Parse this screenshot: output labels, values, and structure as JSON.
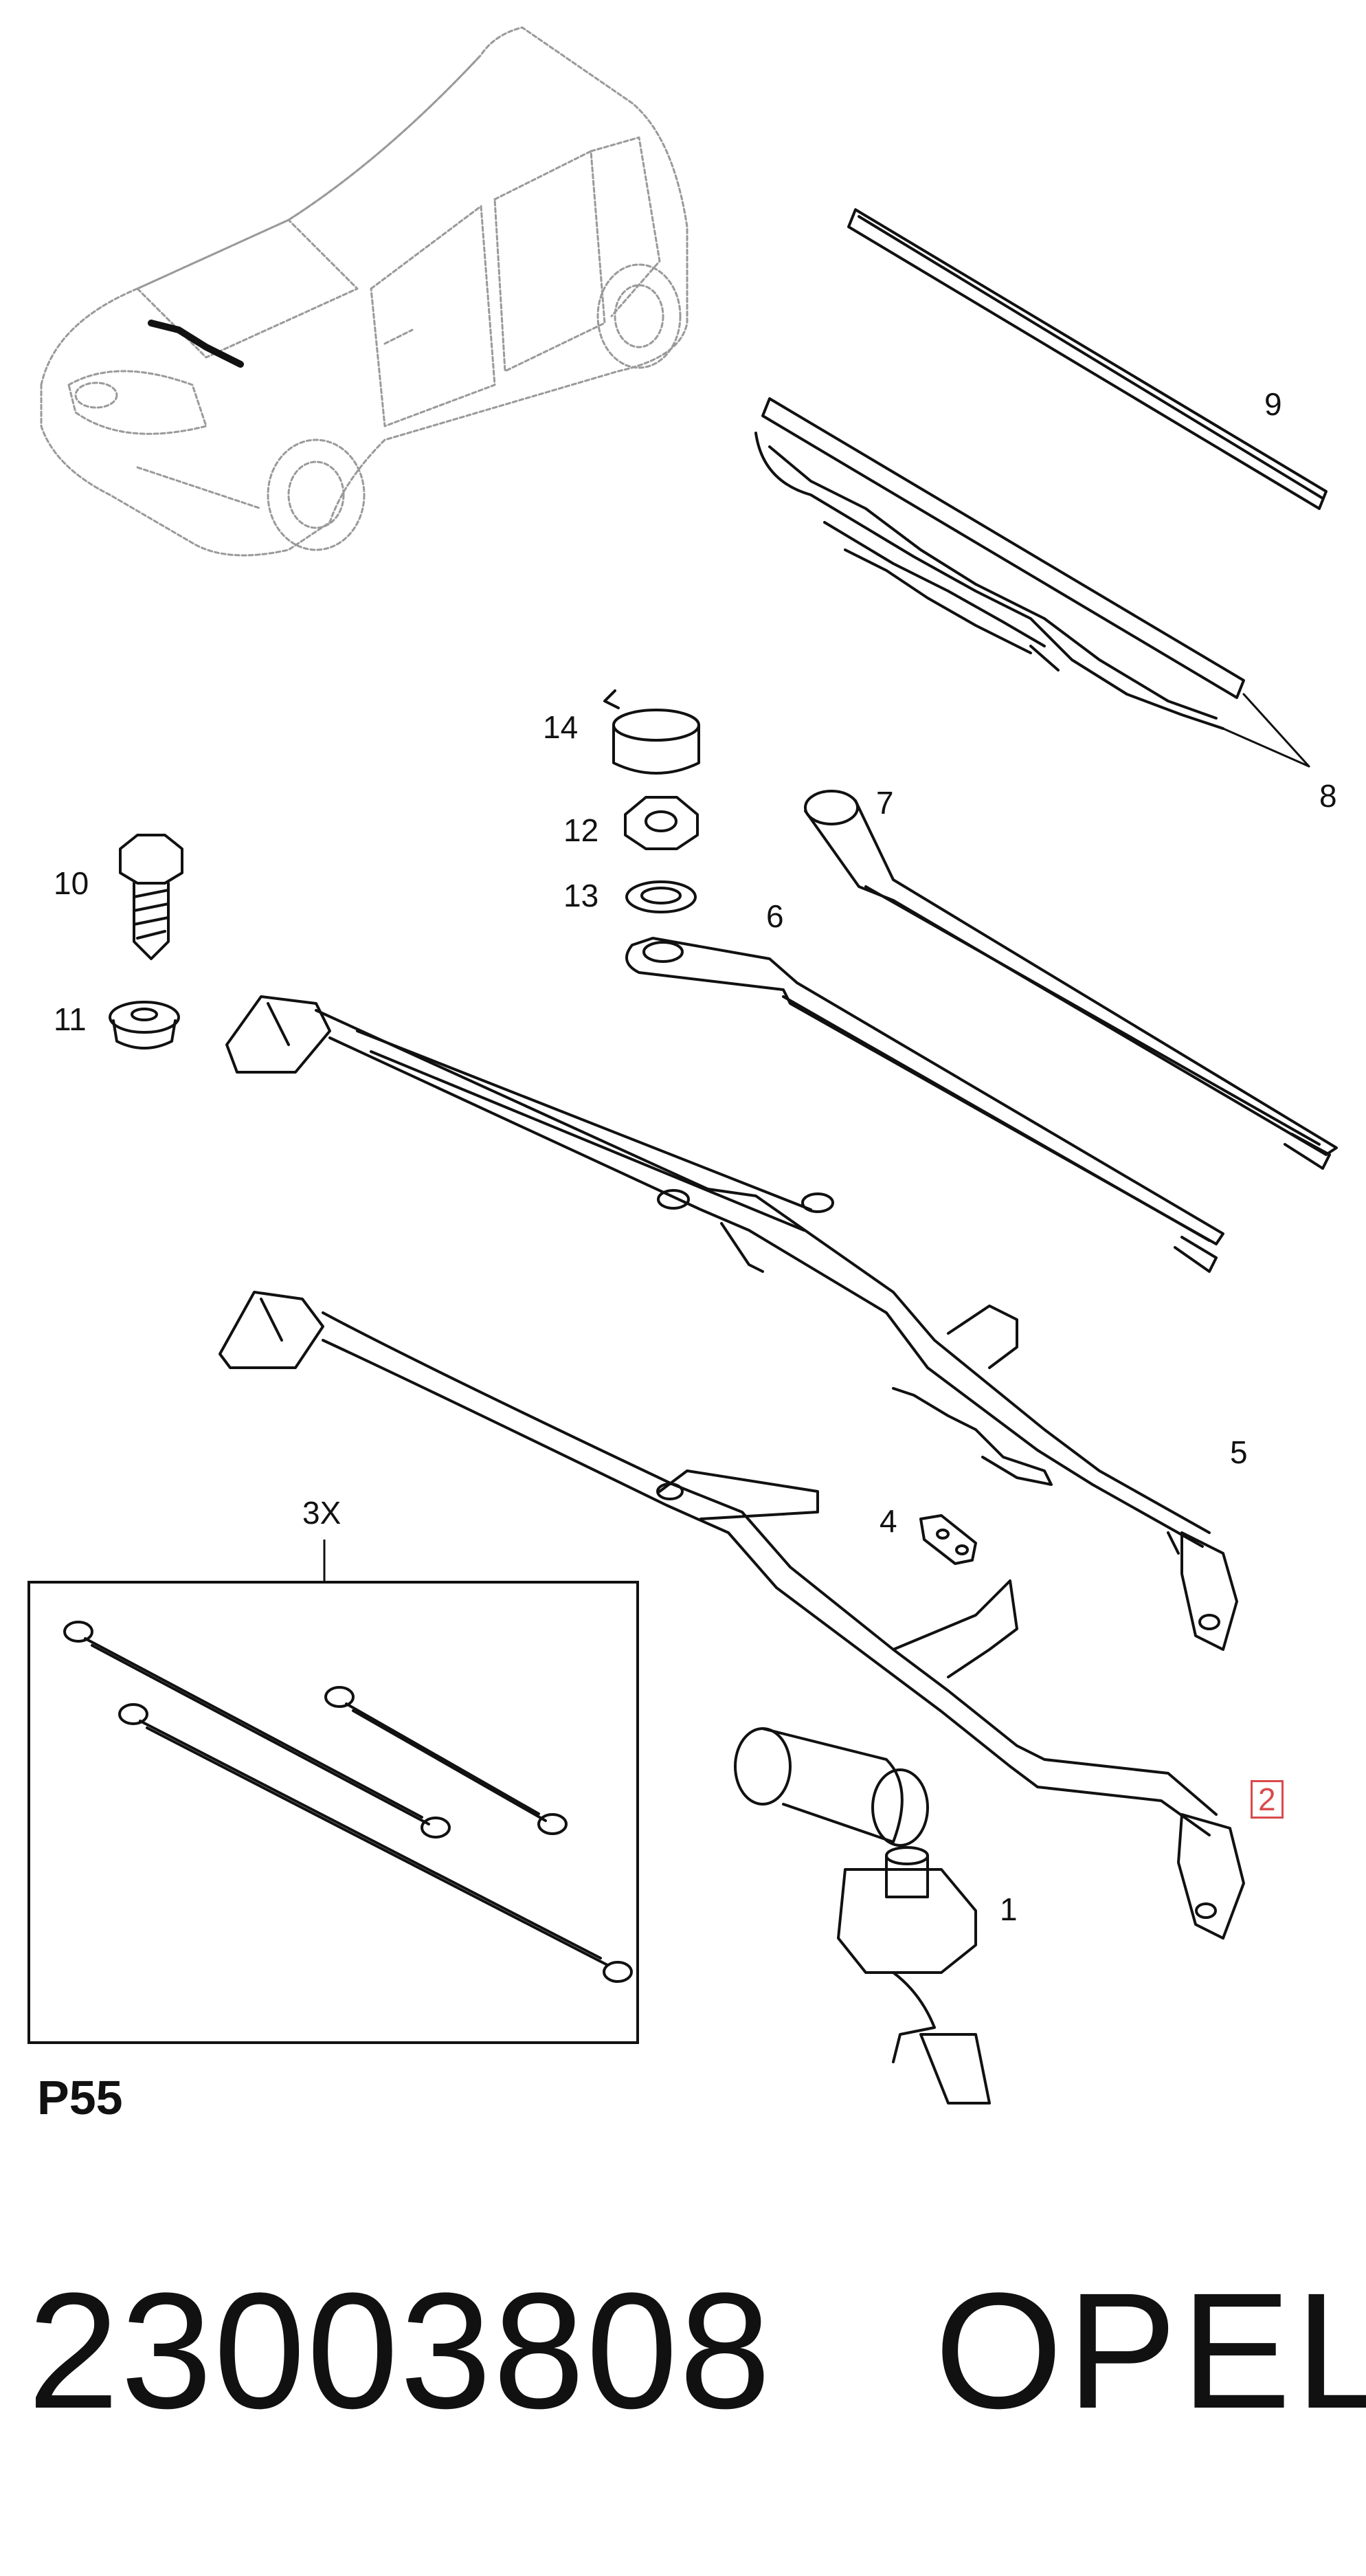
{
  "diagram": {
    "page_code": "P55",
    "part_number": "23003808",
    "brand": "OPEL",
    "kit_label": "3X",
    "callouts": [
      {
        "id": "1",
        "text": "1",
        "highlighted": false
      },
      {
        "id": "2",
        "text": "2",
        "highlighted": true
      },
      {
        "id": "4",
        "text": "4",
        "highlighted": false
      },
      {
        "id": "5",
        "text": "5",
        "highlighted": false
      },
      {
        "id": "6",
        "text": "6",
        "highlighted": false
      },
      {
        "id": "7",
        "text": "7",
        "highlighted": false
      },
      {
        "id": "8",
        "text": "8",
        "highlighted": false
      },
      {
        "id": "9",
        "text": "9",
        "highlighted": false
      },
      {
        "id": "10",
        "text": "10",
        "highlighted": false
      },
      {
        "id": "11",
        "text": "11",
        "highlighted": false
      },
      {
        "id": "12",
        "text": "12",
        "highlighted": false
      },
      {
        "id": "13",
        "text": "13",
        "highlighted": false
      },
      {
        "id": "14",
        "text": "14",
        "highlighted": false
      }
    ],
    "highlight_color": "#d94a4a",
    "line_color": "#111111",
    "car_line_color": "#9a9a9a"
  }
}
